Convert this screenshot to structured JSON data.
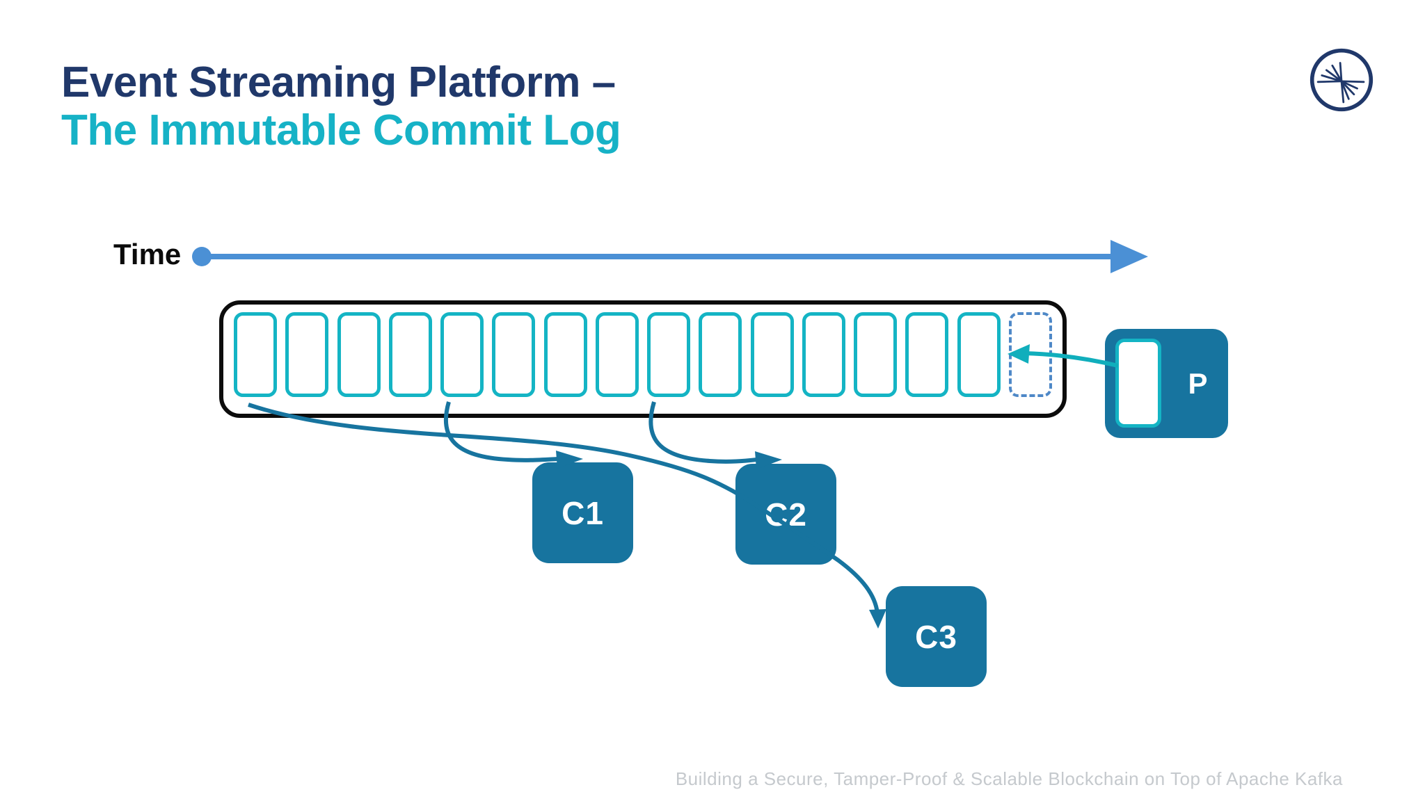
{
  "slide": {
    "title_line1": "Event Streaming Platform –",
    "title_line2": "The Immutable Commit Log",
    "time_label": "Time",
    "footer": "Building a Secure, Tamper-Proof & Scalable Blockchain on Top of Apache Kafka",
    "logo_icon": "confluent-sunburst-logo"
  },
  "diagram": {
    "log": {
      "solid_cells": 15,
      "next_slot_dashed": true
    },
    "producer": {
      "label": "P"
    },
    "consumers": [
      {
        "label": "C1"
      },
      {
        "label": "C2"
      },
      {
        "label": "C3"
      }
    ]
  },
  "colors": {
    "title_navy": "#20386A",
    "title_teal": "#16B2C6",
    "box_blue": "#17749F",
    "cell_teal": "#14B4C4",
    "dashed_slot_blue": "#4E88C7",
    "time_arrow_blue": "#4B90D5",
    "producer_arrow_teal": "#10AEBC",
    "log_border_black": "#0C0C0C",
    "footer_gray": "#C5C9CD"
  }
}
